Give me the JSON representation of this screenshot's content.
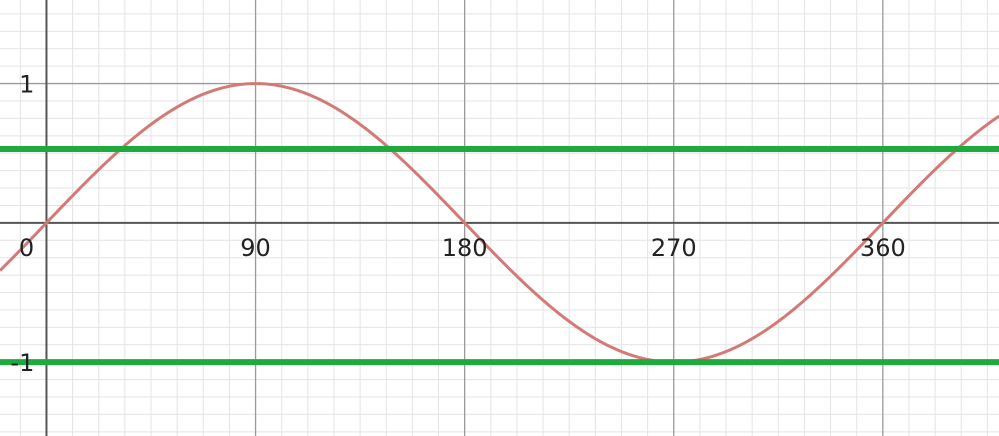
{
  "chart_data": {
    "type": "line",
    "title": "",
    "xlabel": "",
    "ylabel": "",
    "xlim": [
      -20,
      410
    ],
    "ylim": [
      -1.53,
      1.6
    ],
    "grid": true,
    "x_major_step": 90,
    "x_minor_step": 11.25,
    "y_major_step": 1,
    "y_minor_step": 0.125,
    "x_tick_labels": [
      {
        "value": 0,
        "label": "0"
      },
      {
        "value": 90,
        "label": "90"
      },
      {
        "value": 180,
        "label": "180"
      },
      {
        "value": 270,
        "label": "270"
      },
      {
        "value": 360,
        "label": "360"
      }
    ],
    "y_tick_labels": [
      {
        "value": 1,
        "label": "1"
      },
      {
        "value": -1,
        "label": "-1"
      }
    ],
    "series": [
      {
        "kind": "function",
        "function": "sin",
        "color": "#d47a76"
      },
      {
        "kind": "horizontal",
        "y": 0.53,
        "color": "#1faa3f"
      },
      {
        "kind": "horizontal",
        "y": -1,
        "color": "#1faa3f"
      }
    ],
    "colors": {
      "minor_grid": "#e4e4e4",
      "major_grid": "#9a9a9a",
      "axis": "#555555"
    }
  }
}
